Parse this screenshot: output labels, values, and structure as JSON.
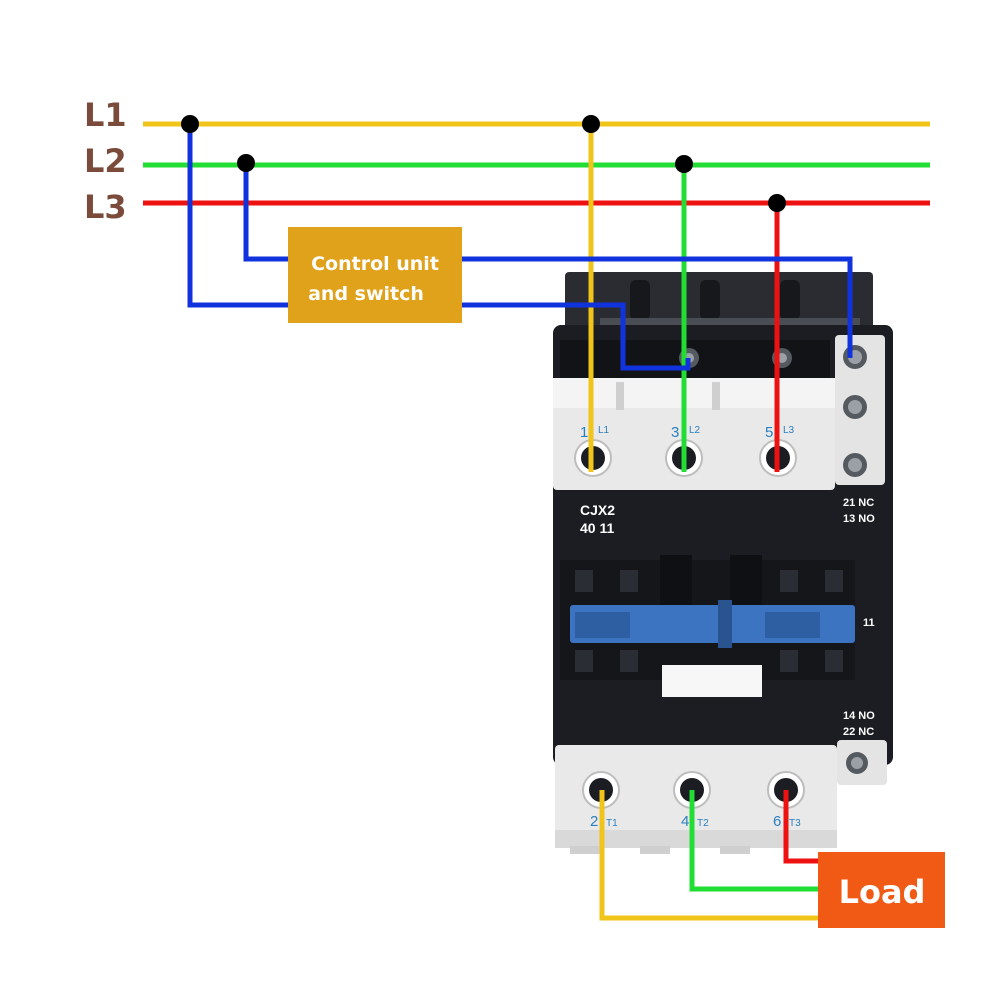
{
  "colors": {
    "l1": "#f0c419",
    "l2": "#22dd33",
    "l3": "#ee1111",
    "control": "#1133dd",
    "label": "#7a4a3a",
    "control_box": "#e0a21a",
    "load_box": "#f05a14",
    "contactor_body": "#1b1d22",
    "terminal_block": "#e9e9e9",
    "terminal_label": "#2a7fc0",
    "actuator": "#3c74c2"
  },
  "phases": [
    {
      "label": "L1",
      "color_key": "l1"
    },
    {
      "label": "L2",
      "color_key": "l2"
    },
    {
      "label": "L3",
      "color_key": "l3"
    }
  ],
  "control_box": {
    "line1": "Control unit",
    "line2": "and switch"
  },
  "load_box": {
    "label": "Load"
  },
  "contactor": {
    "model_line1": "CJX2",
    "model_line2": "40 11",
    "top_terminals": [
      {
        "number": "1",
        "sub": "L1"
      },
      {
        "number": "3",
        "sub": "L2"
      },
      {
        "number": "5",
        "sub": "L3"
      }
    ],
    "bottom_terminals": [
      {
        "number": "2",
        "sub": "T1"
      },
      {
        "number": "4",
        "sub": "T2"
      },
      {
        "number": "6",
        "sub": "T3"
      }
    ],
    "aux_top_line1": "21 NC",
    "aux_top_line2": "13 NO",
    "aux_mid": "11",
    "aux_bottom_line1": "14 NO",
    "aux_bottom_line2": "22 NC"
  },
  "icons": [
    "screw-terminal-icon",
    "junction-dot-icon"
  ]
}
